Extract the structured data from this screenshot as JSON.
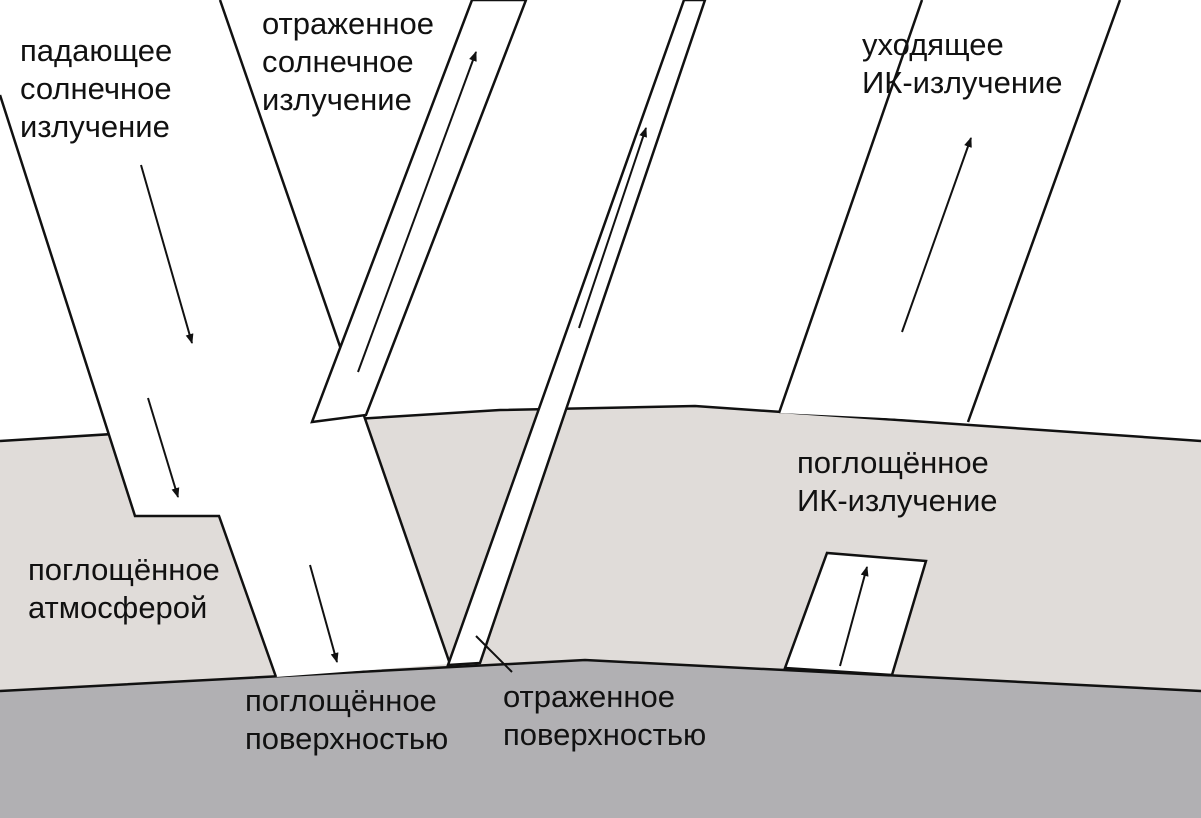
{
  "colors": {
    "background": "#ffffff",
    "atmosphere": "#e0dcd9",
    "surface": "#b1b0b3",
    "stroke": "#111111"
  },
  "labels": {
    "incoming_solar": [
      "падающее",
      "солнечное",
      "излучение"
    ],
    "reflected_solar": [
      "отраженное",
      "солнечное",
      "излучение"
    ],
    "outgoing_ir": [
      "уходящее",
      "ИК-излучение"
    ],
    "absorbed_ir": [
      "поглощённое",
      "ИК-излучение"
    ],
    "absorbed_by_atmosphere": [
      "поглощённое",
      "атмосферой"
    ],
    "absorbed_by_surface": [
      "поглощённое",
      "поверхностью"
    ],
    "reflected_by_surface": [
      "отраженное",
      "поверхностью"
    ]
  }
}
